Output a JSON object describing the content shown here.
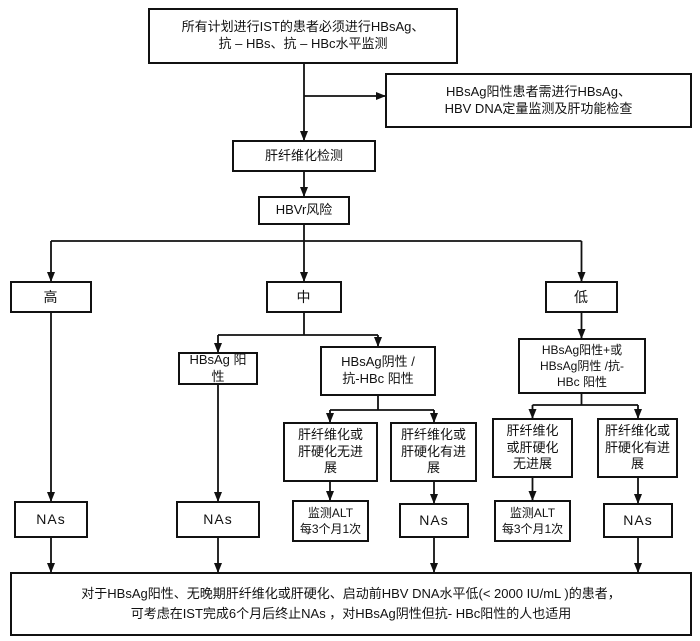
{
  "diagram": {
    "title": "HBV reactivation risk management flowchart for IST patients",
    "colors": {
      "line": "#111111",
      "box_background": "#ffffff",
      "text": "#111111"
    },
    "nodes": {
      "screening_requirement": "所有计划进行IST的患者必须进行HBsAg、\n抗 – HBs、抗 – HBc水平监测",
      "hbsag_positive_monitoring": "HBsAg阳性患者需进行HBsAg、\nHBV DNA定量监测及肝功能检查",
      "fibrosis_test": "肝纤维化检测",
      "hbvr_risk": "HBVr风险",
      "risk_high": "高",
      "risk_medium": "中",
      "risk_low": "低",
      "med_hbsag_positive": "HBsAg 阳性",
      "med_hbsag_negative": "HBsAg阴性 /\n抗-HBc 阳性",
      "low_serology": "HBsAg阳性+或\nHBsAg阴性 /抗-\nHBc 阳性",
      "med_no_progression": "肝纤维化或\n肝硬化无进\n展",
      "med_progression": "肝纤维化或\n肝硬化有进\n展",
      "low_no_progression": "肝纤维化\n或肝硬化\n无进展",
      "low_progression": "肝纤维化或\n肝硬化有进\n展",
      "nas_high": "NAs",
      "nas_med_positive": "NAs",
      "alt_monitor_med": "监测ALT\n每3个月1次",
      "nas_med_progression": "NAs",
      "alt_monitor_low": "监测ALT\n每3个月1次",
      "nas_low_progression": "NAs",
      "footer_note": "对于HBsAg阳性、无晚期肝纤维化或肝硬化、启动前HBV DNA水平低(< 2000 IU/mL )的患者，\n可考虑在IST完成6个月后终止NAs ，对HBsAg阴性但抗- HBc阳性的人也适用"
    }
  }
}
